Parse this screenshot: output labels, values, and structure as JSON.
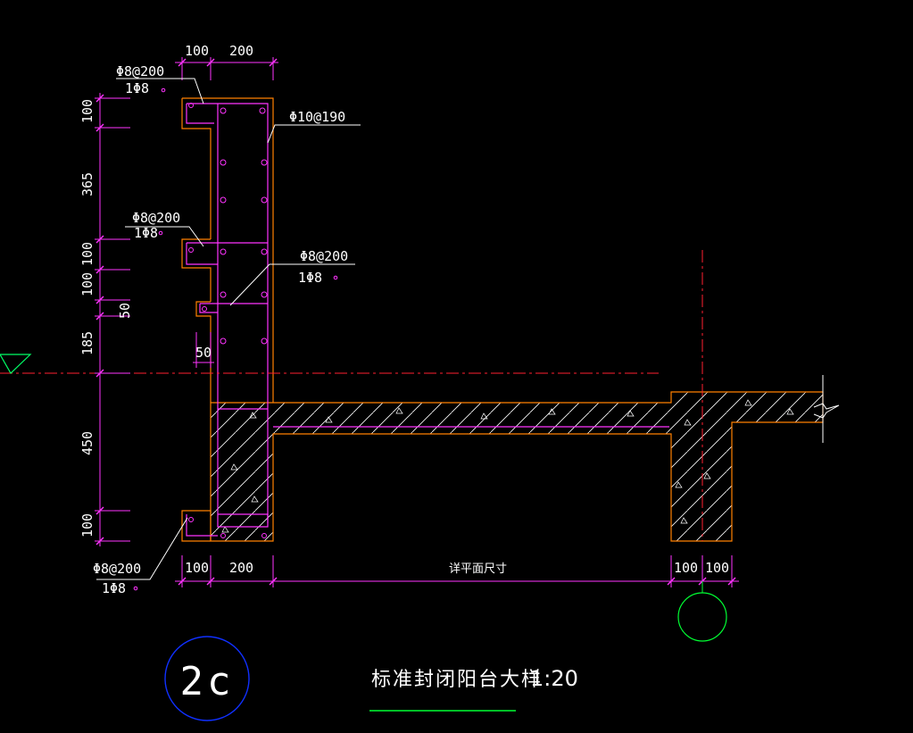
{
  "colors": {
    "background": "#000000",
    "dim_line": "#ff33ff",
    "dim_text": "#ffffff",
    "outline": "#ff8000",
    "rebar": "#ff33ff",
    "hatch": "#ffffff",
    "leader": "#ffffff",
    "axis": "#ff2030",
    "level": "#00ff66",
    "grid_bubble": "#00ff33",
    "detail_bubble": "#1030ff",
    "title_underline": "#00ff33"
  },
  "dims": {
    "top_100": "100",
    "top_200": "200",
    "left_100_a": "100",
    "left_365": "365",
    "left_100_b": "100",
    "left_100_c": "100",
    "left_50": "50",
    "left_185": "185",
    "left_450": "450",
    "left_100_d": "100",
    "inner_50": "50",
    "bottom_100_a": "100",
    "bottom_200": "200",
    "bottom_span": "详平面尺寸",
    "bottom_100_b": "100",
    "bottom_100_c": "100"
  },
  "rebar_labels": {
    "top_stirrup": "Φ8@200",
    "top_bar": "1Φ8",
    "vertical": "Φ10@190",
    "mid_stirrup": "Φ8@200",
    "mid_bar": "1Φ8",
    "mid2_stirrup": "Φ8@200",
    "mid2_bar": "1Φ8",
    "bottom_stirrup": "Φ8@200",
    "bottom_bar": "1Φ8"
  },
  "detail": {
    "number": "2c",
    "title": "标准封闭阳台大样",
    "scale": "1:20"
  }
}
